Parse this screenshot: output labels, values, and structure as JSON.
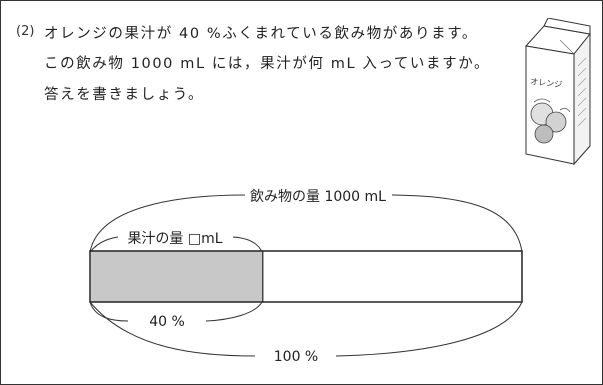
{
  "problem": {
    "number": "(2)",
    "lines": [
      "オレンジの果汁が 40 %ふくまれている飲み物があります。",
      "この飲み物 1000 mL には，果汁が何 mL 入っていますか。",
      "答えを書きましょう。"
    ]
  },
  "carton": {
    "label": "オレンジ",
    "icon": "orange-juice-carton-icon"
  },
  "diagram": {
    "total_label": "飲み物の量 1000 mL",
    "part_label": "果汁の量 □mL",
    "part_percent_label": "40 %",
    "total_percent_label": "100 %",
    "part_fraction": 0.4,
    "fill_color": "#c8c8c8"
  }
}
